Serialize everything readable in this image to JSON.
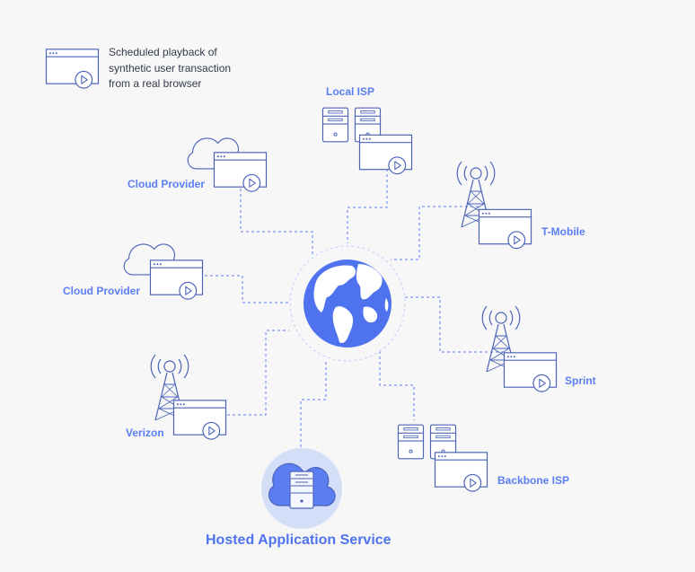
{
  "legend": {
    "text": "Scheduled playback of\nsynthetic user transaction\nfrom a real browser",
    "icon": "browser-playback-icon"
  },
  "title": "Hosted Application Service",
  "nodes": {
    "local_isp": "Local ISP",
    "cloud_provider_top": "Cloud Provider",
    "cloud_provider_mid": "Cloud Provider",
    "t_mobile": "T-Mobile",
    "sprint": "Sprint",
    "verizon": "Verizon",
    "backbone_isp": "Backbone ISP"
  },
  "icons": [
    "globe-icon",
    "cloud-icon",
    "server-icon",
    "cell-tower-icon",
    "browser-playback-icon"
  ],
  "colors": {
    "accent": "#5b7ef2",
    "stroke": "#4a63b8",
    "globe": "#4f73ee",
    "hub_circle": "#c9d4fb",
    "text": "#333a4a",
    "background": "#f7f7f8"
  }
}
